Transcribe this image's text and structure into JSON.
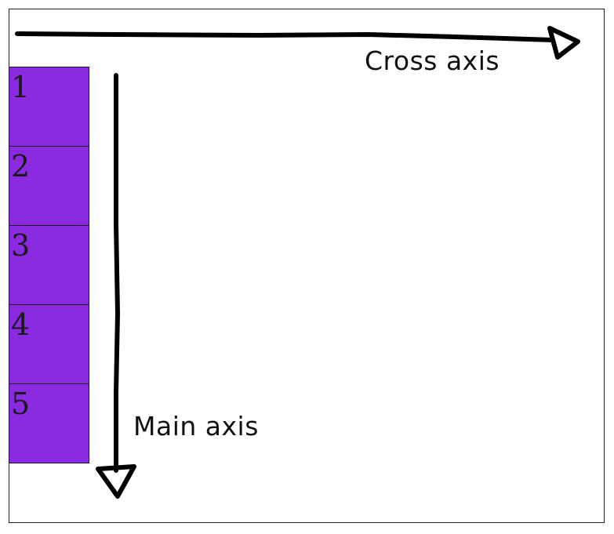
{
  "colors": {
    "item_fill": "#8a2be2",
    "arrow": "#000000"
  },
  "flex_items": [
    {
      "label": "1"
    },
    {
      "label": "2"
    },
    {
      "label": "3"
    },
    {
      "label": "4"
    },
    {
      "label": "5"
    }
  ],
  "axes": {
    "cross_label": "Cross axis",
    "main_label": "Main axis"
  }
}
